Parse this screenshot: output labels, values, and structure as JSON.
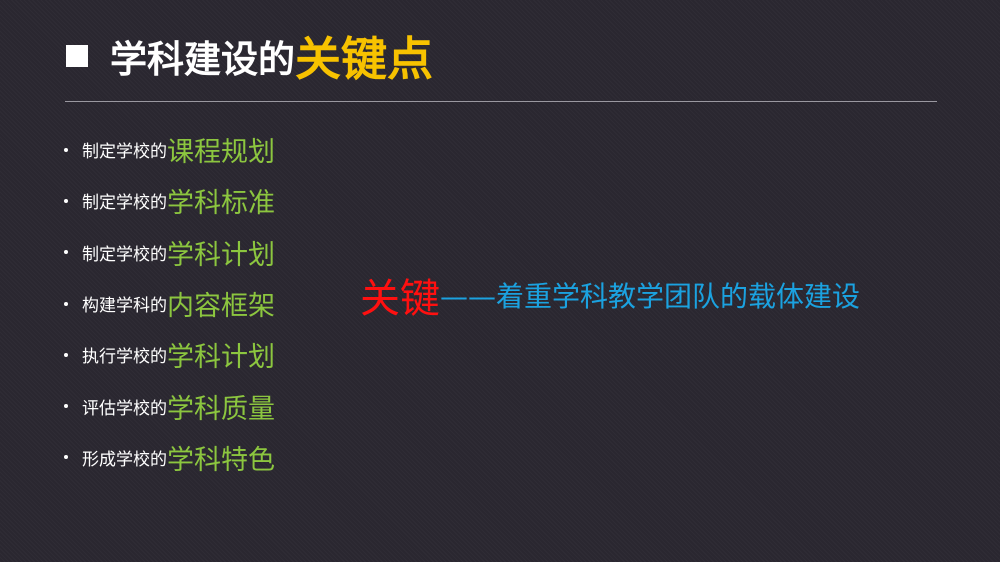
{
  "title": {
    "prefix": "学科建设的",
    "highlight": "关键点"
  },
  "items": [
    {
      "prefix": "制定学校的",
      "emphasis": "课程规划"
    },
    {
      "prefix": "制定学校的",
      "emphasis": "学科标准"
    },
    {
      "prefix": "制定学校的",
      "emphasis": "学科计划"
    },
    {
      "prefix": "构建学科的",
      "emphasis": "内容框架"
    },
    {
      "prefix": "执行学校的",
      "emphasis": "学科计划"
    },
    {
      "prefix": "评估学校的",
      "emphasis": "学科质量"
    },
    {
      "prefix": "形成学校的",
      "emphasis": "学科特色"
    }
  ],
  "key": {
    "label": "关键",
    "text": "——着重学科教学团队的载体建设"
  },
  "colors": {
    "title_highlight": "#f7c200",
    "emphasis": "#8cc63f",
    "key_label": "#ff1010",
    "key_text": "#1ba2e0"
  }
}
